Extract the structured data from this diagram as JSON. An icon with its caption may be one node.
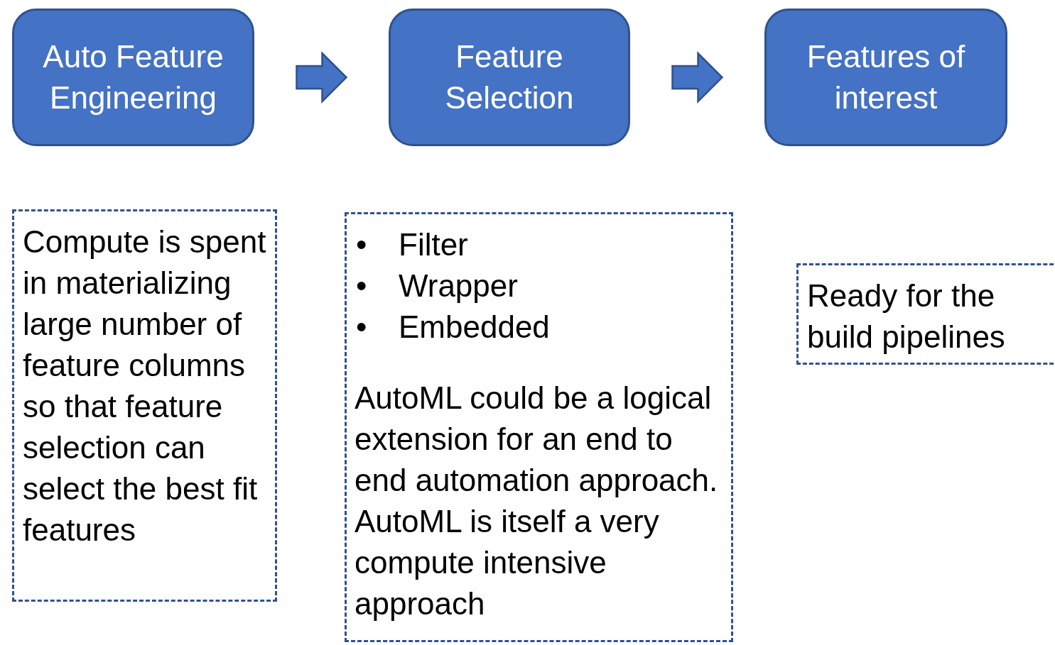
{
  "diagram": {
    "nodes": [
      {
        "text": [
          "Auto Feature Engineering"
        ]
      },
      {
        "text": [
          "Feature Selection"
        ]
      },
      {
        "text": [
          "Features of interest"
        ]
      },
      {
        "text": [
          "Compute is spent in materializing large number of feature columns so that feature selection can select the best fit features"
        ]
      },
      {
        "text": [
          "•",
          "Filter",
          "•",
          "Wrapper",
          "•",
          "Embedded",
          "AutoML could be a logical extension for an end to end  automation approach.  AutoML is itself a very compute intensive approach"
        ]
      },
      {
        "text": [
          "Ready for the build pipelines"
        ]
      }
    ],
    "edges": [
      {
        "from": 0,
        "to": 1,
        "arrow": "to"
      },
      {
        "from": 1,
        "to": 2,
        "arrow": "to"
      }
    ]
  }
}
